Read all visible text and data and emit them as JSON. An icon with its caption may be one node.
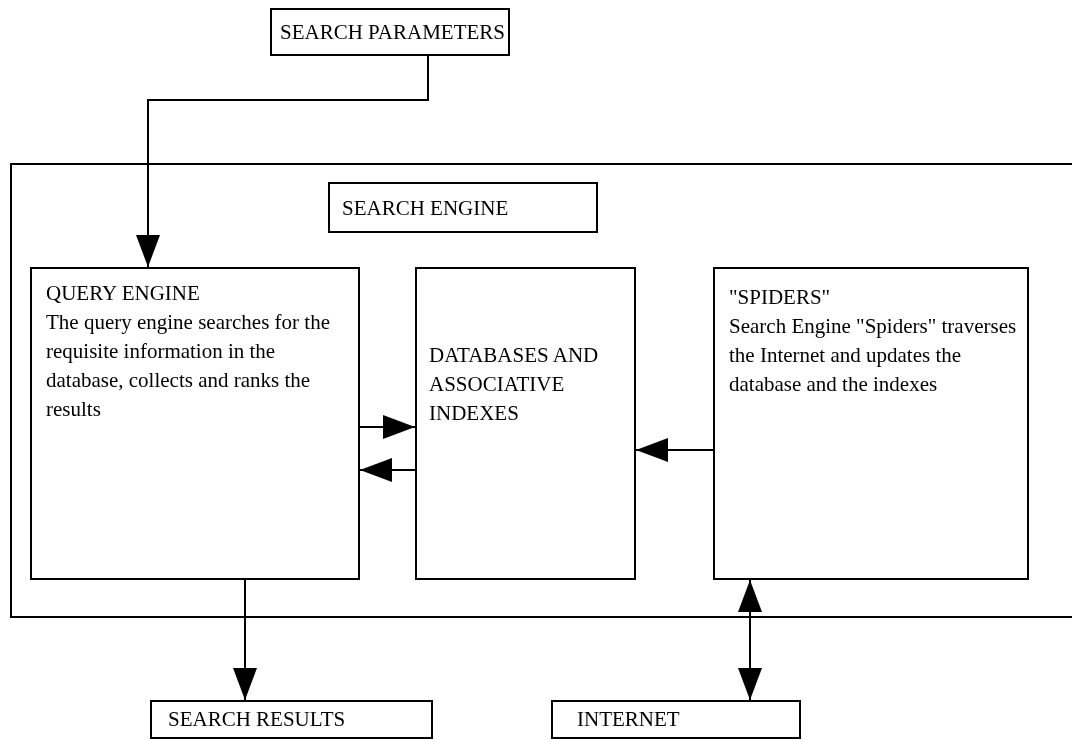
{
  "diagram": {
    "nodes": [
      {
        "text": [
          "SEARCH PARAMETERS"
        ]
      },
      {
        "text": [],
        "shape": "box"
      },
      {
        "text": [
          "SEARCH ENGINE"
        ],
        "in": 1
      },
      {
        "text": [
          "QUERY ENGINE",
          "The query engine searches for the requisite information in the database, collects and ranks the results"
        ],
        "in": 1
      },
      {
        "text": [
          "DATABASES AND ASSOCIATIVE INDEXES"
        ],
        "in": 1
      },
      {
        "text": [
          "\"SPIDERS\"",
          "Search Engine \"Spiders\" traverses the Internet and updates the database and the indexes"
        ],
        "in": 1
      },
      {
        "text": [
          "SEARCH RESULTS"
        ]
      },
      {
        "text": [
          "INTERNET"
        ]
      }
    ],
    "edges": [
      {
        "from": 0,
        "to": 3,
        "arrow": "to"
      },
      {
        "from": 3,
        "to": 4,
        "arrow": "to"
      },
      {
        "from": 4,
        "to": 3,
        "arrow": "to"
      },
      {
        "from": 5,
        "to": 4,
        "arrow": "to"
      },
      {
        "from": 3,
        "to": 6,
        "arrow": "to"
      },
      {
        "from": 5,
        "to": 7,
        "arrow": "both"
      }
    ]
  }
}
